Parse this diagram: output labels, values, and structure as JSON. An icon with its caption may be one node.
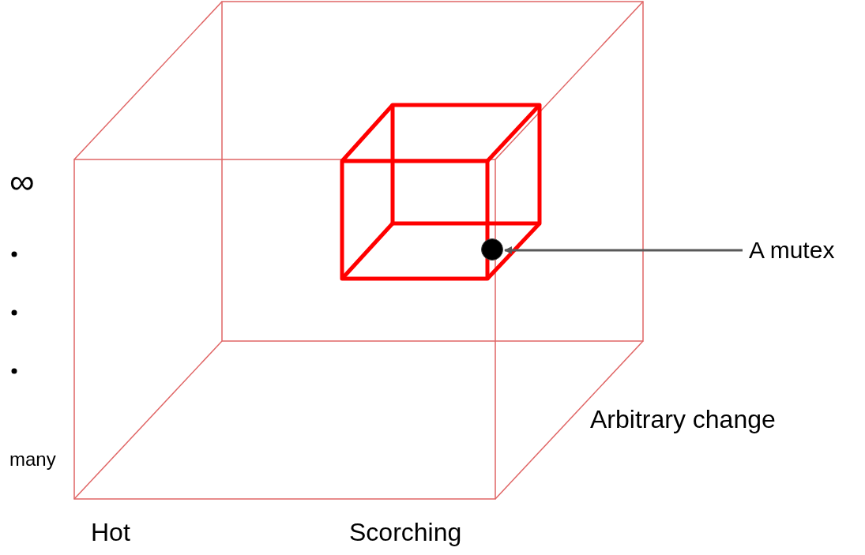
{
  "diagram": {
    "nodes": [
      {
        "text": [
          "A mutex"
        ]
      },
      {
        "text": [],
        "shape": "circle"
      }
    ],
    "edges": [
      {
        "from": 0,
        "to": 1,
        "arrow": "to"
      }
    ],
    "labels": [
      "∞",
      "Arbitrary change",
      "many",
      "Hot",
      "Scorching"
    ]
  }
}
